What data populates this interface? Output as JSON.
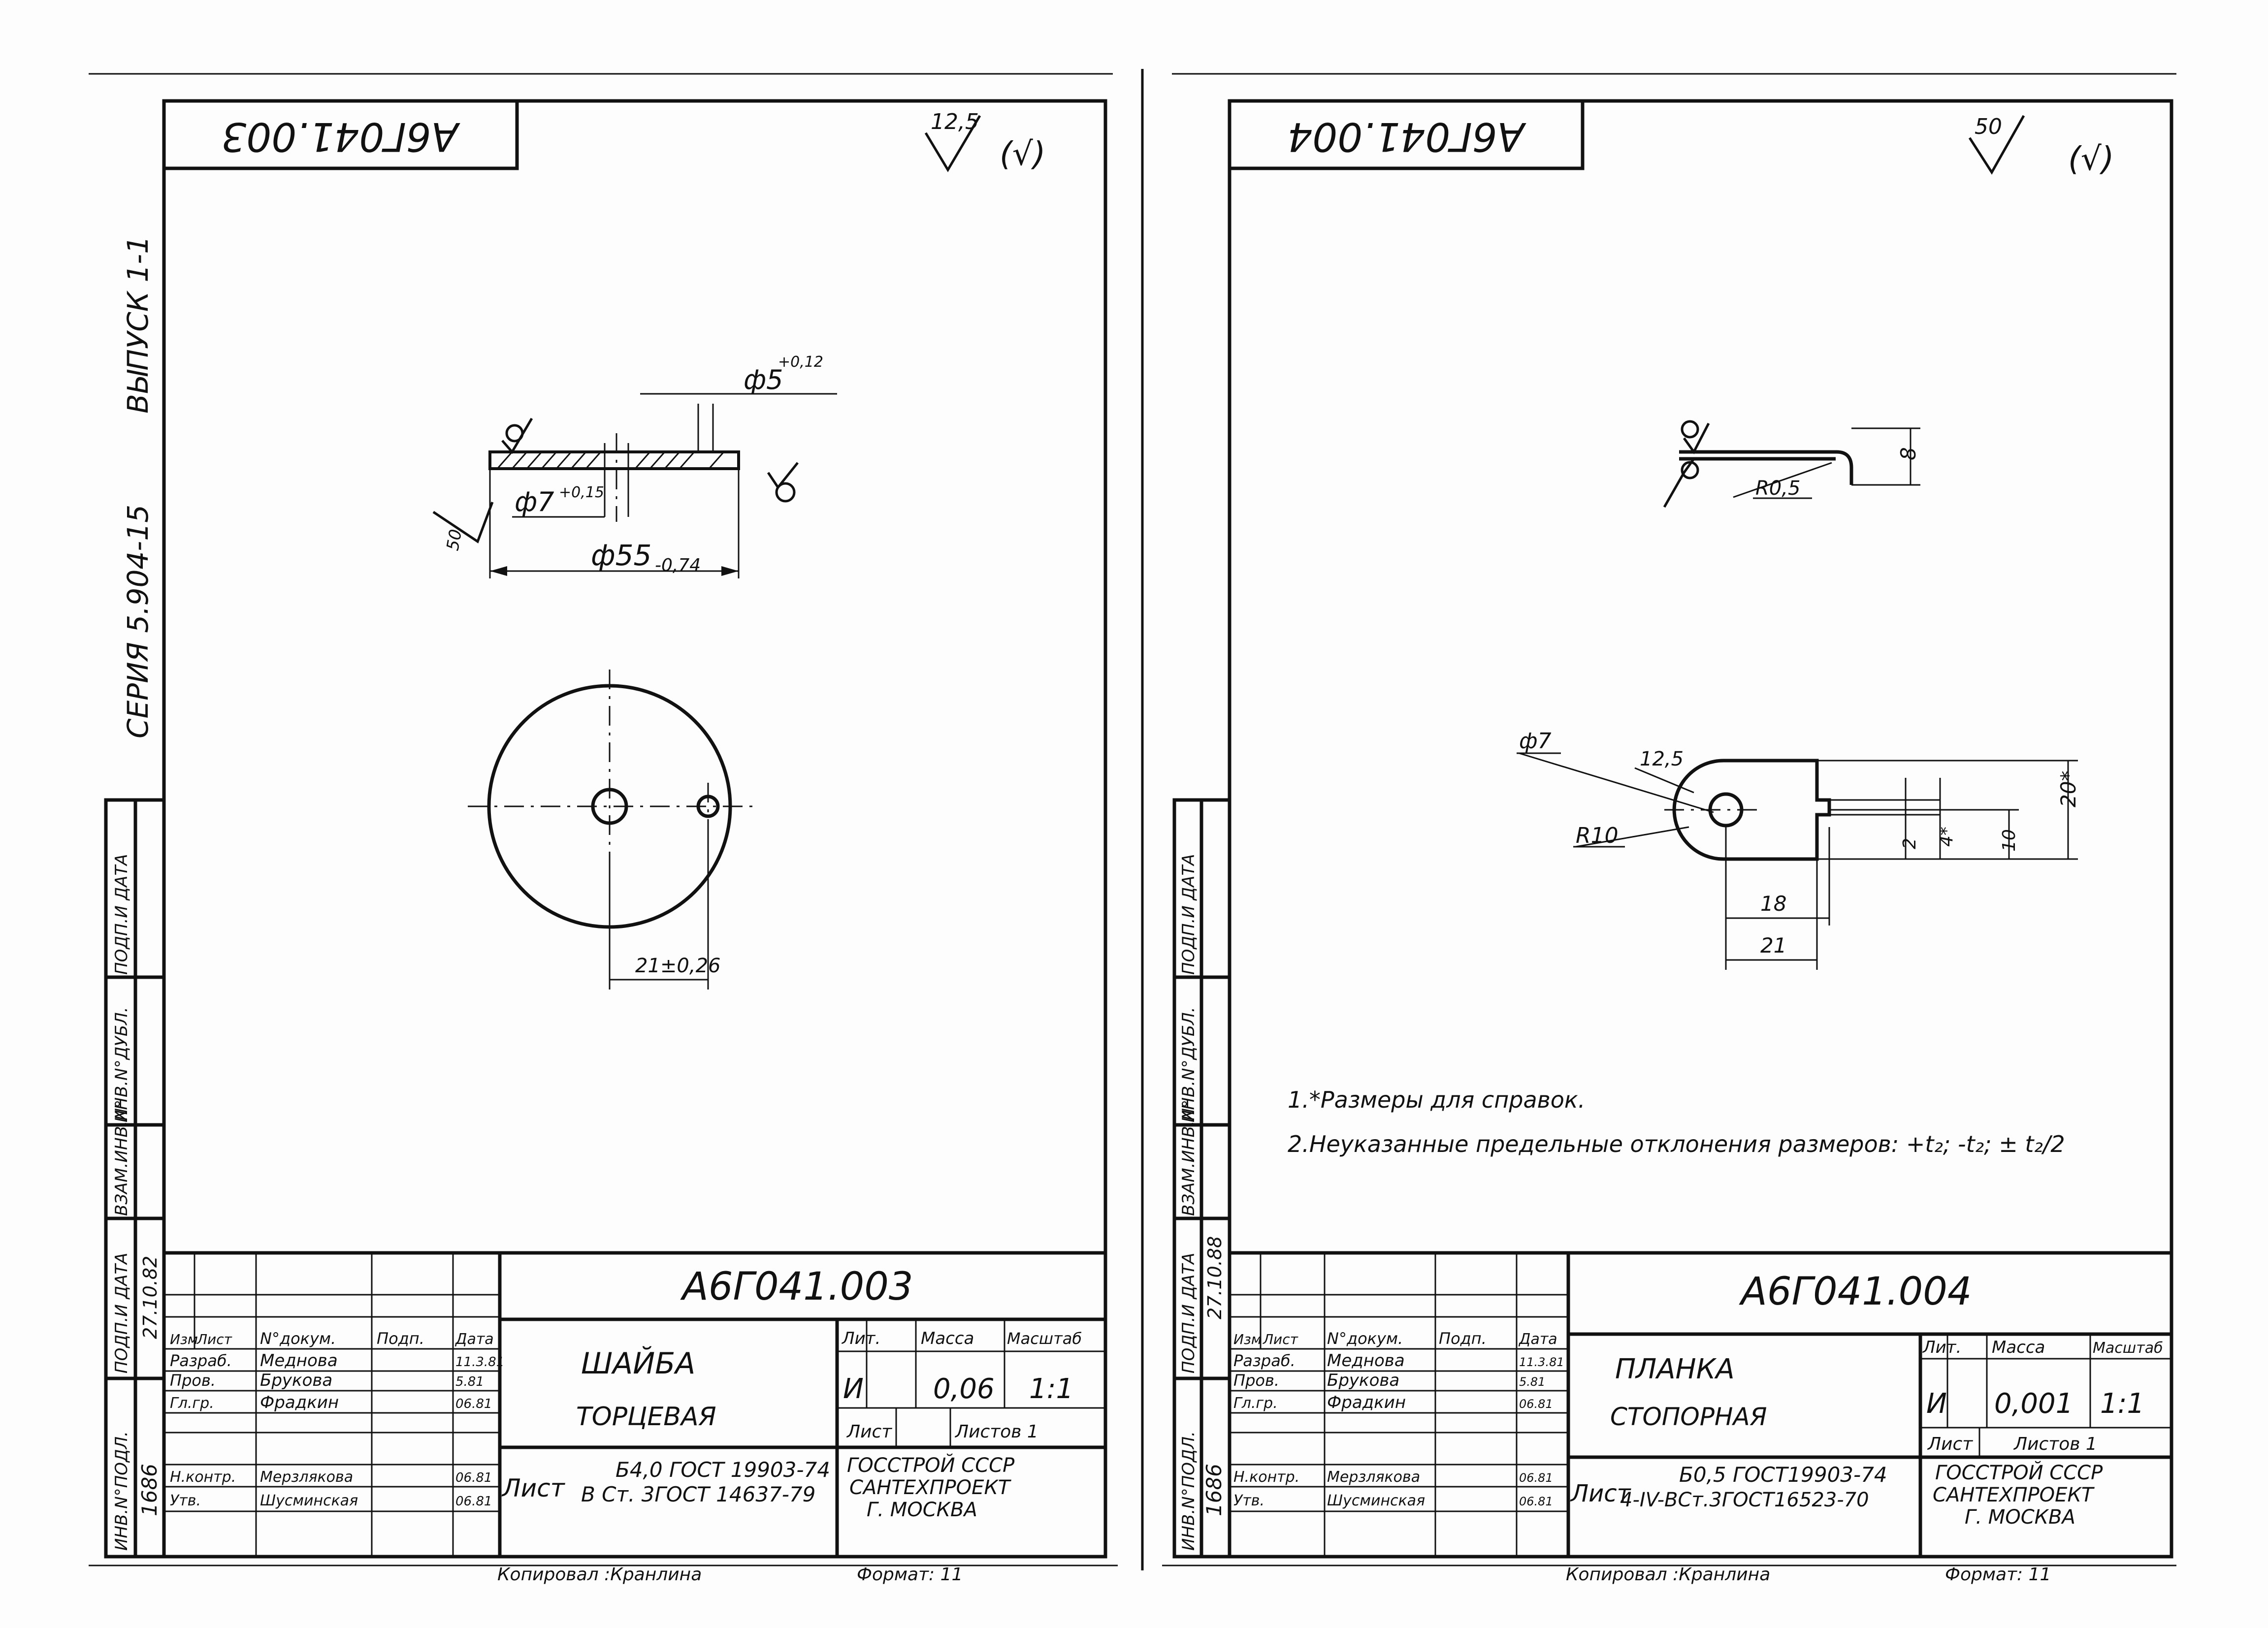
{
  "series_margin": {
    "series": "СЕРИЯ 5.904-15",
    "issue": "ВЫПУСК 1-1"
  },
  "side_stamp": {
    "cells": [
      "ИНВ.N°ПОДЛ.",
      "ПОДП.И ДАТА",
      "ВЗАМ.ИНВ.N°",
      "ИНВ.N°ДУБЛ.",
      "ПОДП.И ДАТА"
    ],
    "inv_number": "1686",
    "sign_date_left": "27.10.82",
    "sign_date_right": "27.10.88"
  },
  "sheets": [
    {
      "doc_code_top": "А6Г041.003",
      "roughness_main": "12,5",
      "roughness_note": "(√)",
      "dims": {
        "hole_small": "ф5",
        "hole_small_tol": "+0,12",
        "hole_center": "ф7",
        "hole_center_tol": "+0,15",
        "outer": "ф55",
        "outer_tol": "-0,74",
        "offset": "21±0,26",
        "surface_rough": "50"
      },
      "title_block": {
        "doc_code": "А6Г041.003",
        "name_line1": "ШАЙБА",
        "name_line2": "ТОРЦЕВАЯ",
        "material_line1": "Б4,0 ГОСТ 19903-74",
        "material_prefix": "Лист",
        "material_line2": "В Ст. 3ГОСТ 14637-79",
        "lit_header": "Лит.",
        "mass_header": "Масса",
        "scale_header": "Масштаб",
        "lit_value": "И",
        "mass_value": "0,06",
        "scale_value": "1:1",
        "sheet_label": "Лист",
        "sheets_label": "Листов 1",
        "org_line1": "ГОССТРОЙ СССР",
        "org_line2": "САНТЕХПРОЕКТ",
        "org_line3": "Г. МОСКВА",
        "headers": [
          "Изм",
          "Лист",
          "N°докум.",
          "Подп.",
          "Дата"
        ],
        "roles": [
          {
            "role": "Разраб.",
            "name": "Меднова",
            "date": "11.3.81"
          },
          {
            "role": "Пров.",
            "name": "Брукова",
            "date": "5.81"
          },
          {
            "role": "Гл.гр.",
            "name": "Фрадкин",
            "date": "06.81"
          },
          {
            "role": "Н.контр.",
            "name": "Мерзлякова",
            "date": "06.81"
          },
          {
            "role": "Утв.",
            "name": "Шусминская",
            "date": "06.81"
          }
        ]
      },
      "footer_copied": "Копировал :Кранлина",
      "footer_format": "Формат: 11"
    },
    {
      "doc_code_top": "А6Г041.004",
      "roughness_main": "50",
      "roughness_note": "(√)",
      "dims": {
        "bend_radius": "R0,5",
        "height": "8",
        "hole": "ф7",
        "chamfer": "12,5",
        "radius": "R10",
        "d2": "2",
        "d4": "4*",
        "d10": "10",
        "d20": "20*",
        "d18": "18",
        "d21": "21"
      },
      "notes": {
        "note1": "1.*Размеры для справок.",
        "note2": "2.Неуказанные предельные отклонения размеров: +t₂; -t₂; ± t₂/2"
      },
      "title_block": {
        "doc_code": "А6Г041.004",
        "name_line1": "ПЛАНКА",
        "name_line2": "СТОПОРНАЯ",
        "material_line1": "Б0,5 ГОСТ19903-74",
        "material_prefix": "Лист",
        "material_line2": "4-IV-ВСт.3ГОСТ16523-70",
        "lit_header": "Лит.",
        "mass_header": "Масса",
        "scale_header": "Масштаб",
        "lit_value": "И",
        "mass_value": "0,001",
        "scale_value": "1:1",
        "sheet_label": "Лист",
        "sheets_label": "Листов 1",
        "org_line1": "ГОССТРОЙ СССР",
        "org_line2": "САНТЕХПРОЕКТ",
        "org_line3": "Г. МОСКВА",
        "headers": [
          "Изм",
          "Лист",
          "N°докум.",
          "Подп.",
          "Дата"
        ],
        "roles": [
          {
            "role": "Разраб.",
            "name": "Меднова",
            "date": "11.3.81"
          },
          {
            "role": "Пров.",
            "name": "Брукова",
            "date": "5.81"
          },
          {
            "role": "Гл.гр.",
            "name": "Фрадкин",
            "date": "06.81"
          },
          {
            "role": "Н.контр.",
            "name": "Мерзлякова",
            "date": "06.81"
          },
          {
            "role": "Утв.",
            "name": "Шусминская",
            "date": "06.81"
          }
        ]
      },
      "footer_copied": "Копировал :Кранлина",
      "footer_format": "Формат: 11"
    }
  ]
}
